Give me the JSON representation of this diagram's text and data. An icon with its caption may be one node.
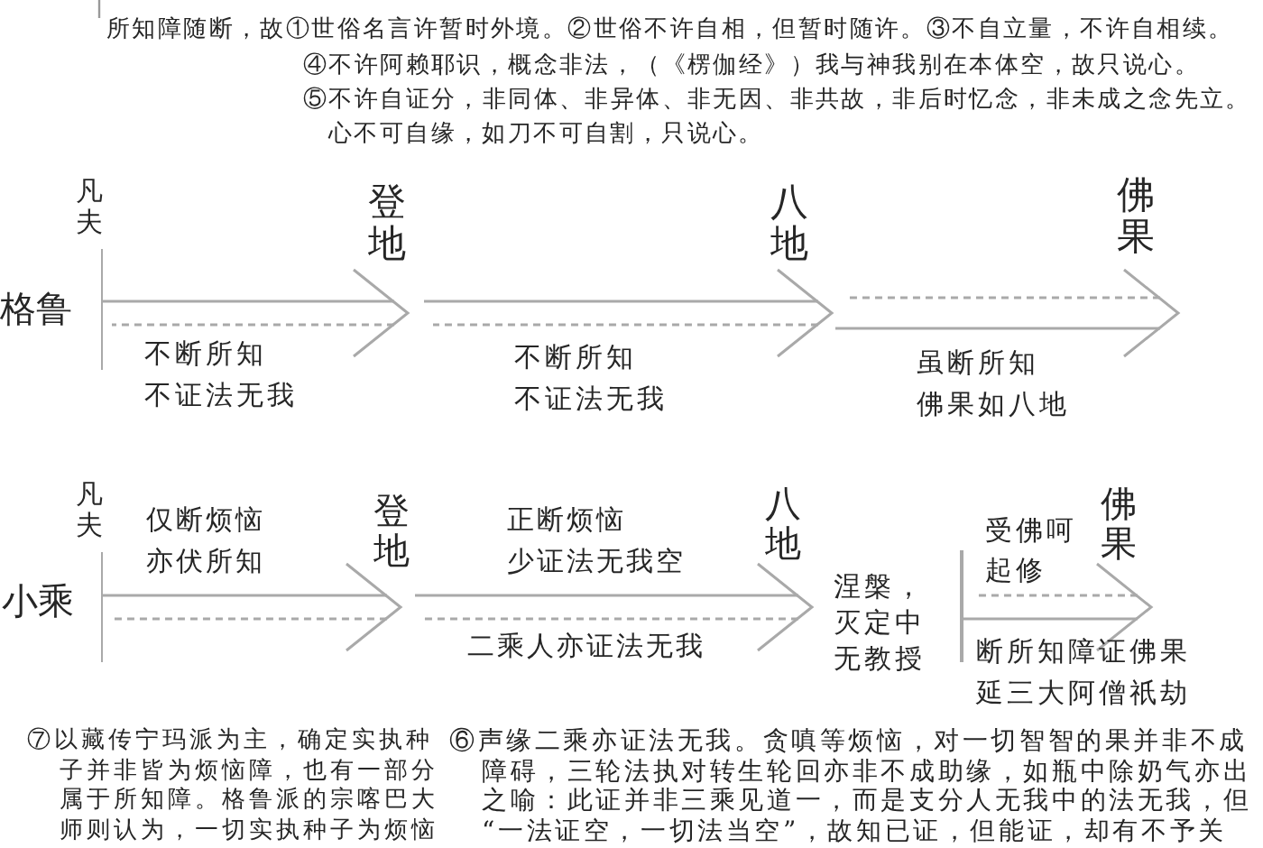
{
  "diagram": {
    "nodes": [
      {
        "text": [
          "凡夫"
        ]
      },
      {
        "text": [
          "登地"
        ]
      },
      {
        "text": [
          "八地"
        ]
      },
      {
        "text": [
          "佛果"
        ]
      },
      {
        "text": [
          "凡夫"
        ]
      },
      {
        "text": [
          "登地"
        ]
      },
      {
        "text": [
          "八地"
        ]
      },
      {
        "text": [],
        "shape": "bar"
      },
      {
        "text": [
          "佛果"
        ]
      }
    ],
    "edges": [
      {
        "from": 0,
        "to": 1,
        "arrow": "to"
      },
      {
        "from": 1,
        "to": 2,
        "arrow": "to"
      },
      {
        "from": 2,
        "to": 3,
        "arrow": "to"
      },
      {
        "from": 4,
        "to": 5,
        "arrow": "to"
      },
      {
        "from": 5,
        "to": 6,
        "arrow": "to"
      },
      {
        "from": 7,
        "to": 8,
        "arrow": "to"
      }
    ],
    "labels": [
      "所知障随断，故①世俗名言许暂时外境。②世俗不许自相，但暂时随许。③不自立量，不许自相续。",
      "④不许阿赖耶识，概念非法，（《楞伽经》）我与神我别在本体空，故只说心。",
      "⑤不许自证分，非同体、非异体、非无因、非共故，非后时忆念，非未成之念先立。心不可自缘，如刀不可自割，只说心。",
      "格鲁",
      "不断所知",
      "不证法无我",
      "不断所知",
      "不证法无我",
      "虽断所知",
      "佛果如八地",
      "小乘",
      "仅断烦恼",
      "亦伏所知",
      "正断烦恼",
      "少证法无我空",
      "二乘人亦证法无我",
      "涅槃，灭定中无教授",
      "受佛呵起修",
      "断所知障证佛果",
      "延三大阿僧祇劫",
      "⑦以藏传宁玛派为主，确定实执种子并非皆为烦恼障，也有一部分属于所知障。格鲁派的宗喀巴大师则认为，一切实执种子为烦恼",
      "⑥声缘二乘亦证法无我。贪嗔等烦恼，对一切智智的果并非不成障碍，三轮法执对转生轮回亦非不成助缘，如瓶中除奶气亦出之喻：此证并非三乘见道一，而是支分人无我中的法无我，但“一法证空，一切法当空”，故知已证，但能证，却有不予关"
    ]
  }
}
